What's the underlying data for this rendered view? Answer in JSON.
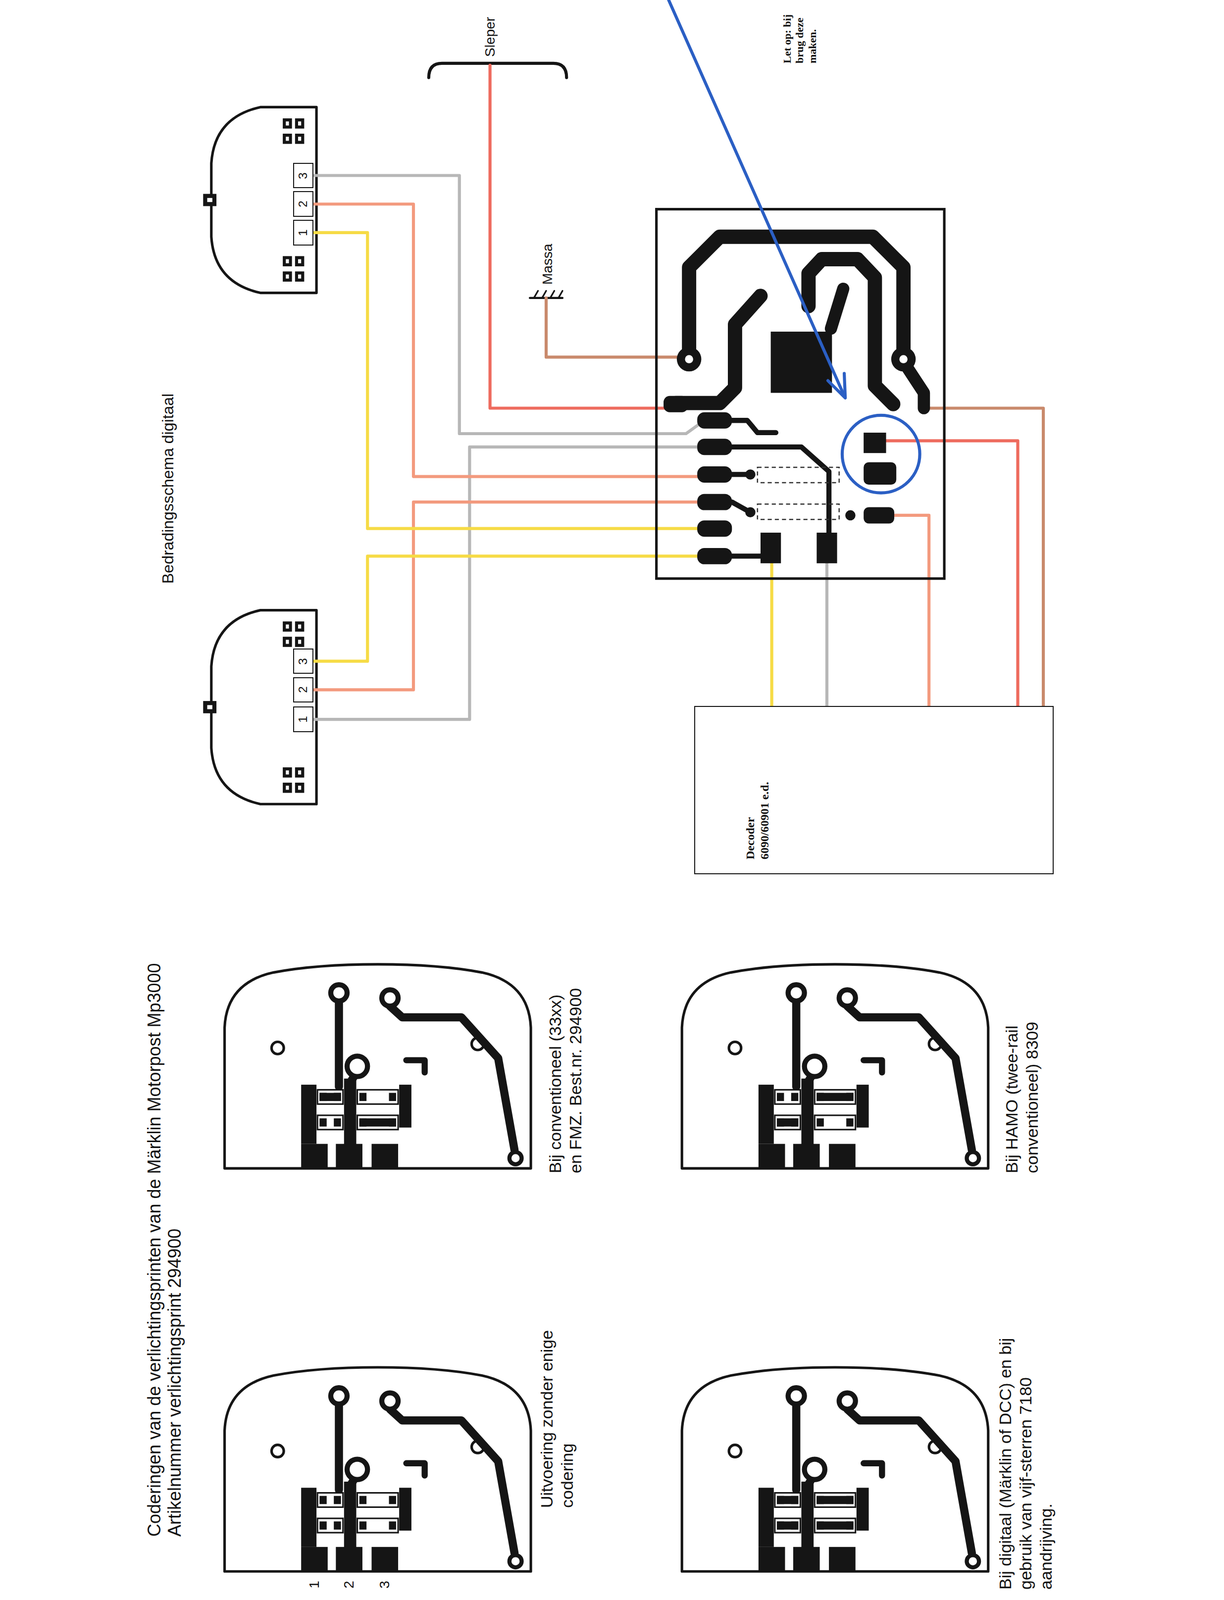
{
  "diagram": {
    "title": "Bedradingsschema digitaal",
    "nodes": [
      {
        "text": [
          "3"
        ]
      },
      {
        "text": [
          "2"
        ]
      },
      {
        "text": [
          "1"
        ]
      },
      {
        "text": [
          "3"
        ]
      },
      {
        "text": [
          "2"
        ]
      },
      {
        "text": [
          "1"
        ]
      },
      {
        "text": [
          "Decoder 6090/60901 e.d."
        ]
      }
    ],
    "labels": [
      "Sleper",
      "Massa",
      "Let op: bij brug deze maken.",
      "Coderingen van de verlichtingsprinten van de Märklin Motorpost Mp3000 Artikelnummer verlichtingsprint 294900",
      "Bij conventioneel (33xx) en FMZ. Best.nr. 294900",
      "Bij HAMO (twee-rail conventioneel) 8309",
      "Uitvoering zonder enige codering",
      "Bij digitaal (Märklin of DCC) en bij gebruik van vijf-sterren 7180 aandrijving.",
      "1",
      "2",
      "3"
    ]
  }
}
